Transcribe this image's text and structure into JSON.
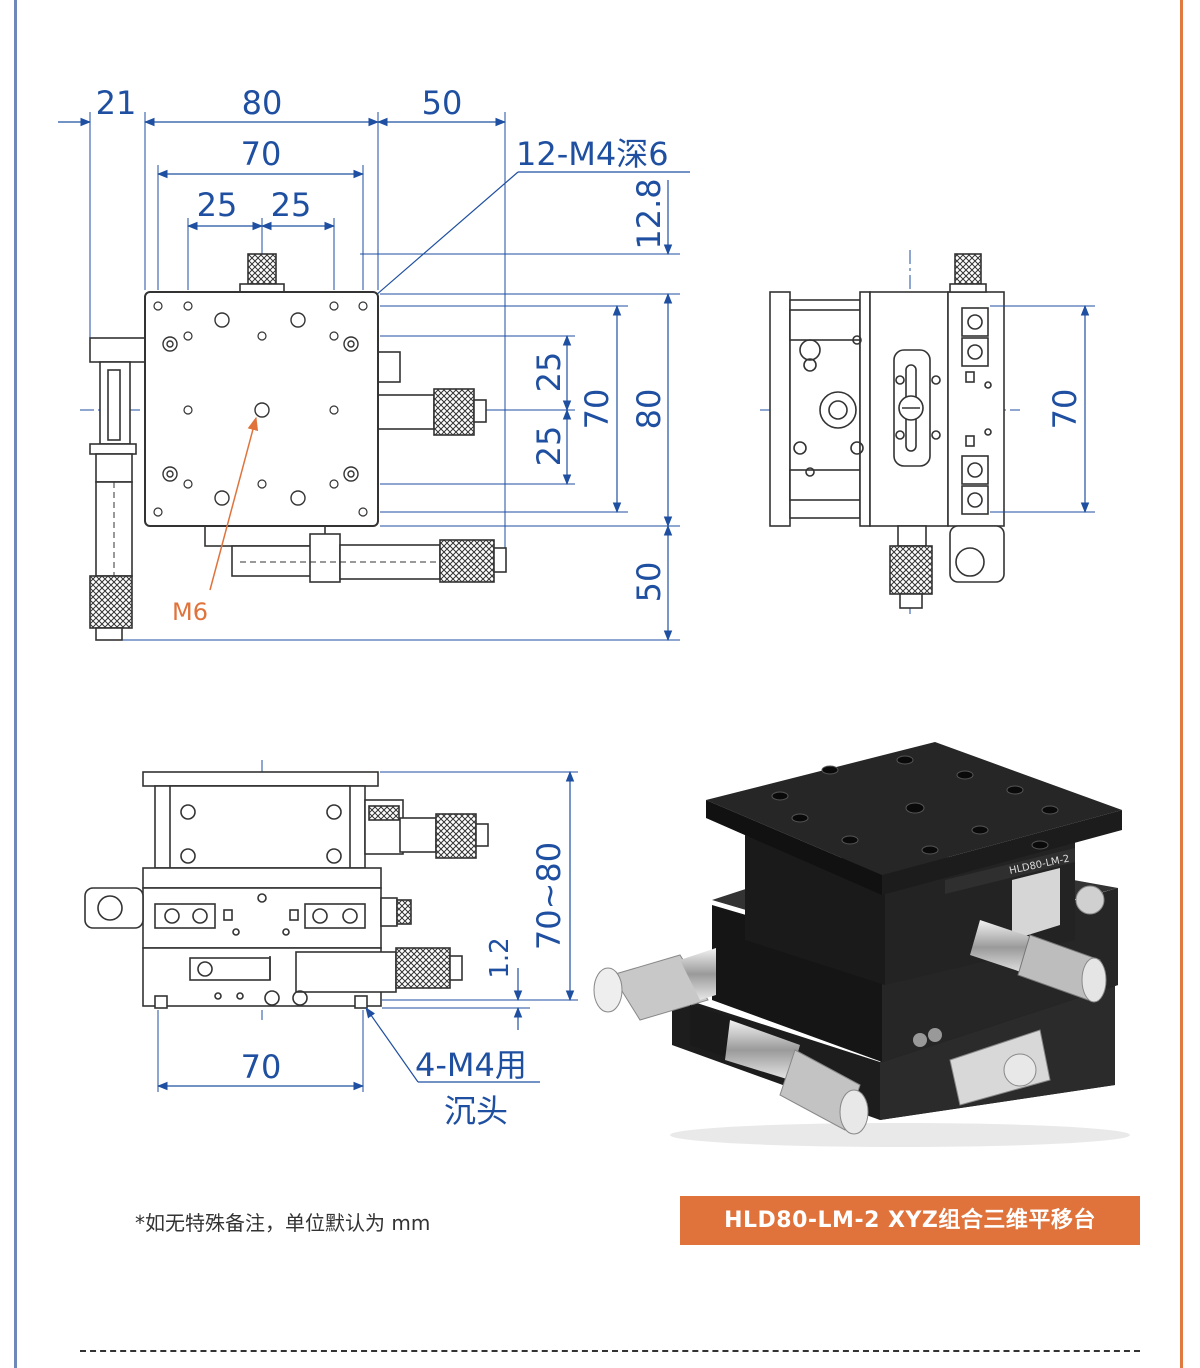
{
  "top_view": {
    "dims": {
      "d21": "21",
      "d80_top": "80",
      "d50_top": "50",
      "d70": "70",
      "d25a": "25",
      "d25b": "25",
      "d12_8": "12.8",
      "d25c": "25",
      "d25d": "25",
      "d70_inner": "70",
      "d80_right": "80",
      "d50_right": "50"
    },
    "callouts": {
      "holes": "12-M4深6",
      "center": "M6"
    }
  },
  "side_view": {
    "dims": {
      "d70_side": "70"
    }
  },
  "front_view": {
    "dims": {
      "d70_80": "70~80",
      "d1_2": "1.2",
      "d70_bottom": "70"
    },
    "callout_line1": "4-M4用",
    "callout_line2": "沉头"
  },
  "photo": {
    "label": "HLD80-LM-2"
  },
  "footer": {
    "note": "*如无特殊备注，单位默认为 mm",
    "product_title": "HLD80-LM-2   XYZ组合三维平移台"
  },
  "colors": {
    "dimension": "#1f4fa0",
    "accent": "#e0733b",
    "callout_orange": "#e0733b",
    "outline": "#333333"
  }
}
